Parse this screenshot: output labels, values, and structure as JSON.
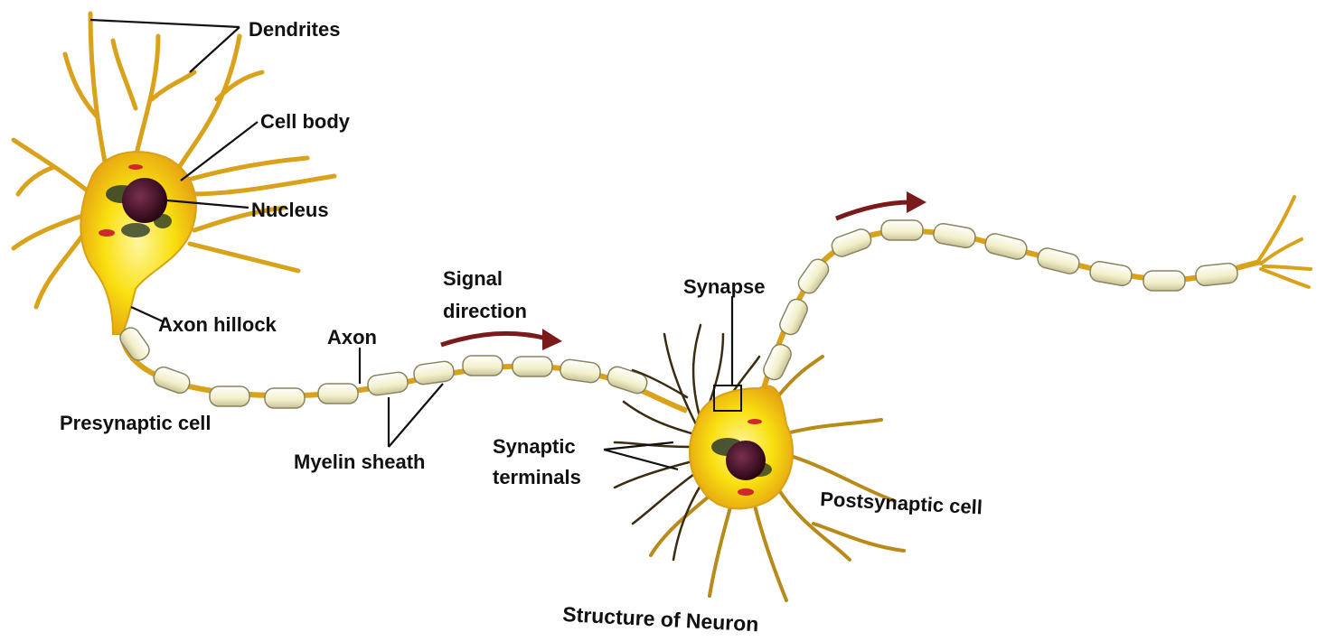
{
  "labels": {
    "dendrites": "Dendrites",
    "cell_body": "Cell body",
    "nucleus": "Nucleus",
    "axon_hillock": "Axon hillock",
    "axon": "Axon",
    "signal_direction_line1": "Signal",
    "signal_direction_line2": "direction",
    "synapse": "Synapse",
    "presynaptic_cell": "Presynaptic cell",
    "myelin_sheath": "Myelin sheath",
    "synaptic_terminals_line1": "Synaptic",
    "synaptic_terminals_line2": "terminals",
    "postsynaptic_cell": "Postsynaptic cell",
    "caption": "Structure of Neuron"
  },
  "colors": {
    "cell_fill": "#f9e010",
    "cell_edge": "#e0a010",
    "dendrite": "#d9a21a",
    "nucleus": "#3a0a1e",
    "myelin": "#f3f2d6",
    "arrow": "#7a1a1a"
  }
}
